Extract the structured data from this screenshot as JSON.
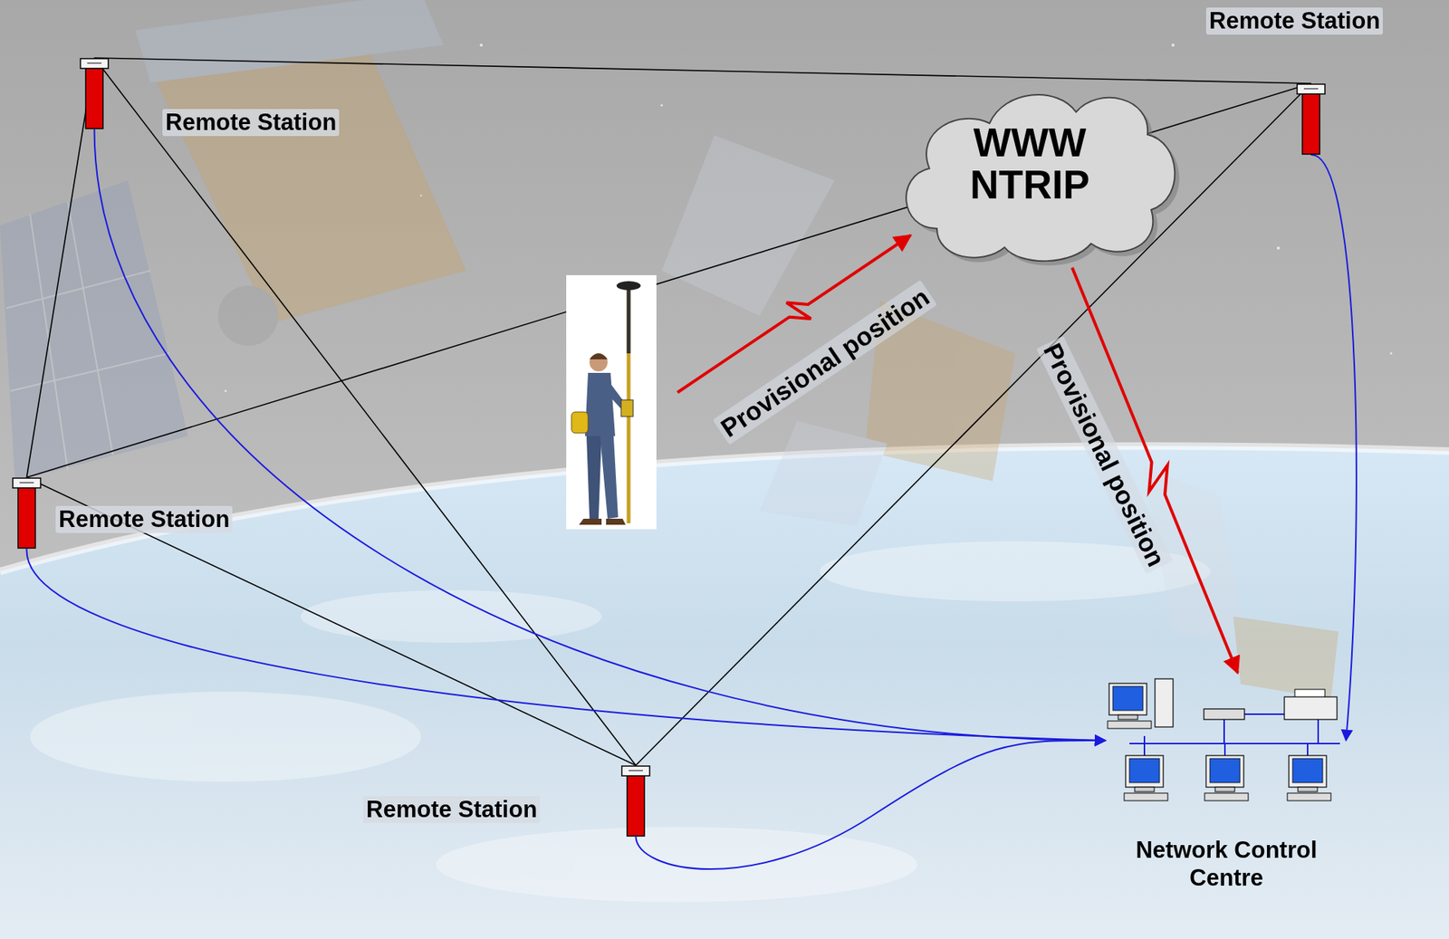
{
  "diagram": {
    "nodes": [
      {
        "text": [
          "Remote Station"
        ]
      },
      {
        "text": [
          "Remote Station"
        ]
      },
      {
        "text": [
          "WWW NTRIP"
        ]
      },
      {
        "text": [
          "Remote Station"
        ]
      },
      {
        "text": [
          "Remote Station"
        ]
      },
      {
        "text": [
          "Network Control Centre"
        ]
      }
    ],
    "edges": [
      {
        "from": 0,
        "to": 1,
        "arrow": "none"
      },
      {
        "from": 0,
        "to": 3,
        "arrow": "none"
      },
      {
        "from": 0,
        "to": 4,
        "arrow": "none"
      },
      {
        "from": 3,
        "to": 1,
        "arrow": "none"
      },
      {
        "from": 3,
        "to": 4,
        "arrow": "none"
      },
      {
        "from": 4,
        "to": 1,
        "arrow": "none"
      },
      {
        "from": 0,
        "to": 5,
        "arrow": "to"
      },
      {
        "from": 1,
        "to": 5,
        "arrow": "to"
      },
      {
        "from": 3,
        "to": 5,
        "arrow": "to"
      },
      {
        "from": 4,
        "to": 5,
        "arrow": "to"
      },
      {
        "from": 2,
        "to": 5,
        "label": "Provisional position",
        "arrow": "to"
      }
    ],
    "labels": [
      "Provisional position"
    ]
  }
}
